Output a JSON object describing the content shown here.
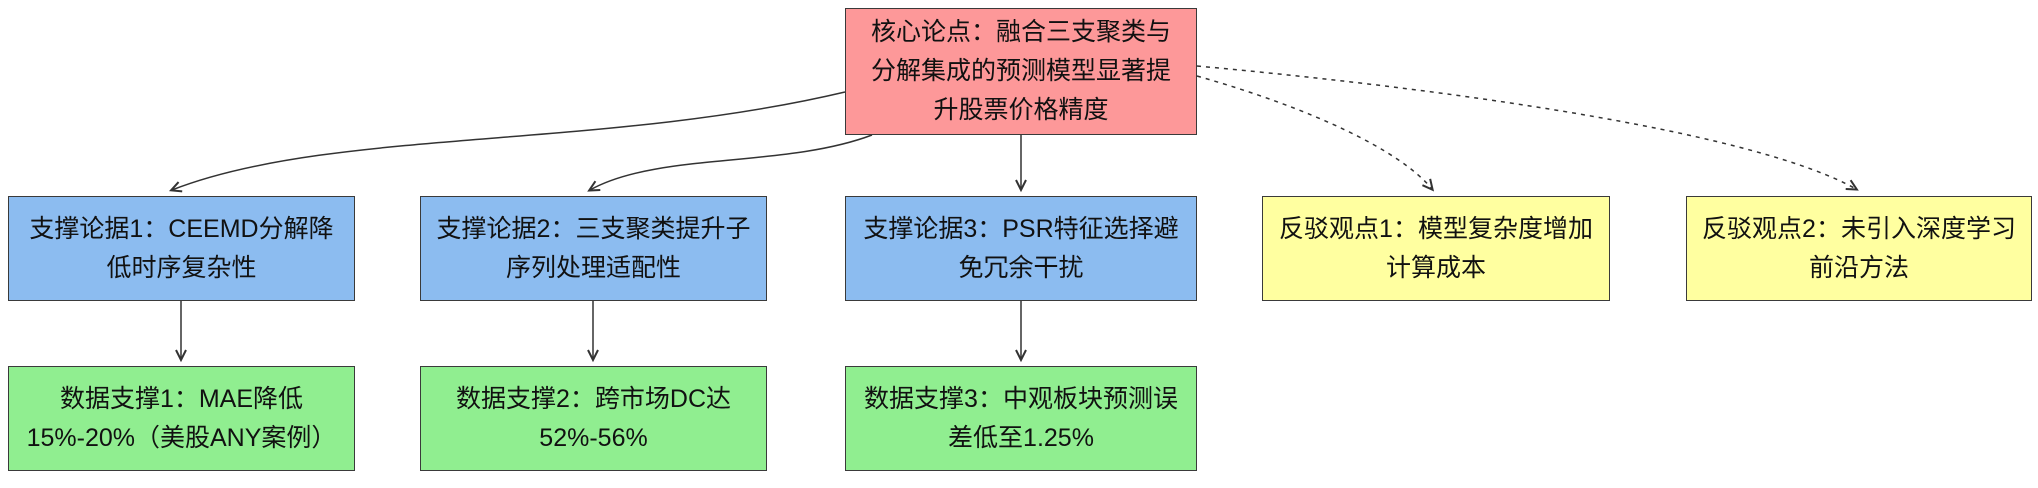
{
  "diagram": {
    "type": "argument-map-flowchart",
    "colors": {
      "root_fill": "#fd9899",
      "support_fill": "#8cbcf0",
      "data_fill": "#90ee90",
      "counter_fill": "#ffffa0",
      "border": "#3a3a3a",
      "edge": "#333333"
    },
    "nodes": {
      "root": {
        "text": "核心论点：融合三支聚类与分解集成的预测模型显著提升股票价格精度"
      },
      "support1": {
        "text": "支撑论据1：CEEMD分解降低时序复杂性"
      },
      "support2": {
        "text": "支撑论据2：三支聚类提升子序列处理适配性"
      },
      "support3": {
        "text": "支撑论据3：PSR特征选择避免冗余干扰"
      },
      "counter1": {
        "text": "反驳观点1：模型复杂度增加计算成本"
      },
      "counter2": {
        "text": "反驳观点2：未引入深度学习前沿方法"
      },
      "data1": {
        "text": "数据支撑1：MAE降低15%-20%（美股ANY案例）"
      },
      "data2": {
        "text": "数据支撑2：跨市场DC达52%-56%"
      },
      "data3": {
        "text": "数据支撑3：中观板块预测误差低至1.25%"
      }
    },
    "edges": [
      {
        "from": "root",
        "to": "support1",
        "style": "solid"
      },
      {
        "from": "root",
        "to": "support2",
        "style": "solid"
      },
      {
        "from": "root",
        "to": "support3",
        "style": "solid"
      },
      {
        "from": "root",
        "to": "counter1",
        "style": "dotted"
      },
      {
        "from": "root",
        "to": "counter2",
        "style": "dotted"
      },
      {
        "from": "support1",
        "to": "data1",
        "style": "solid"
      },
      {
        "from": "support2",
        "to": "data2",
        "style": "solid"
      },
      {
        "from": "support3",
        "to": "data3",
        "style": "solid"
      }
    ]
  }
}
